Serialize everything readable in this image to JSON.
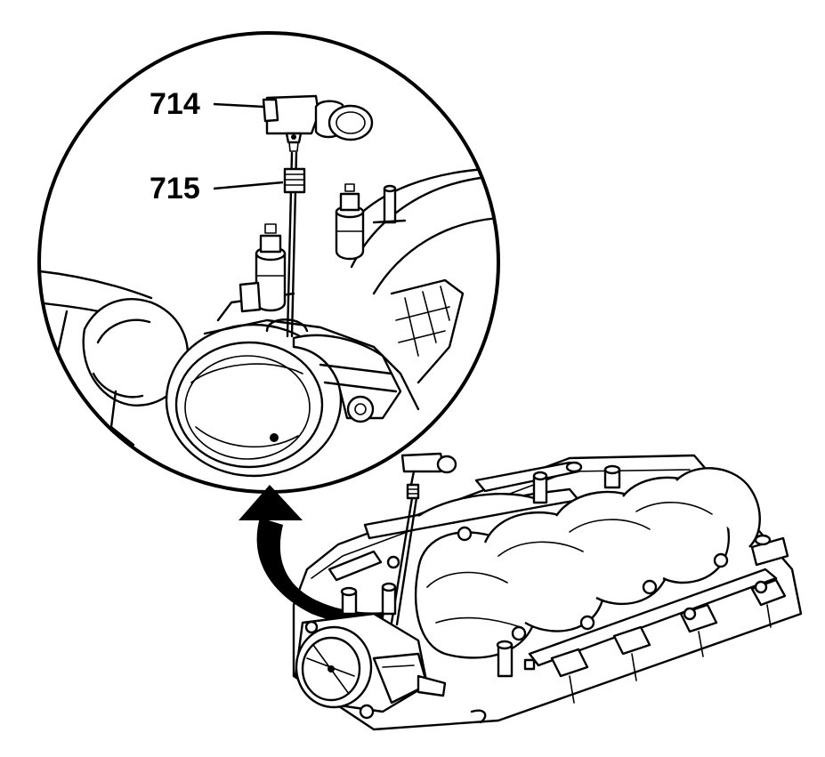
{
  "callouts": [
    {
      "label": "714",
      "part": "sensor"
    },
    {
      "label": "715",
      "part": "seal"
    }
  ],
  "colors": {
    "line": "#000000",
    "background": "#ffffff"
  }
}
